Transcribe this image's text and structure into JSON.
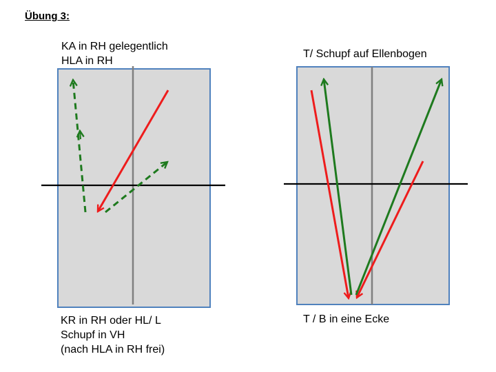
{
  "title": "Übung 3:",
  "left_diagram": {
    "label_top": [
      "KA in RH gelegentlich",
      "HLA in RH"
    ],
    "label_bottom": [
      "KR in RH oder HL/ L",
      "Schupf in VH",
      "(nach HLA in RH frei)"
    ]
  },
  "right_diagram": {
    "label_top": [
      "T/ Schupf auf Ellenbogen"
    ],
    "label_bottom": [
      "T / B in eine Ecke"
    ]
  },
  "colors": {
    "table_fill": "#d9d9d9",
    "table_border": "#4f81bd",
    "center_line": "#808080",
    "net": "#000000",
    "red_arrow": "#ee1c1c",
    "green_arrow": "#1e7a1e"
  }
}
